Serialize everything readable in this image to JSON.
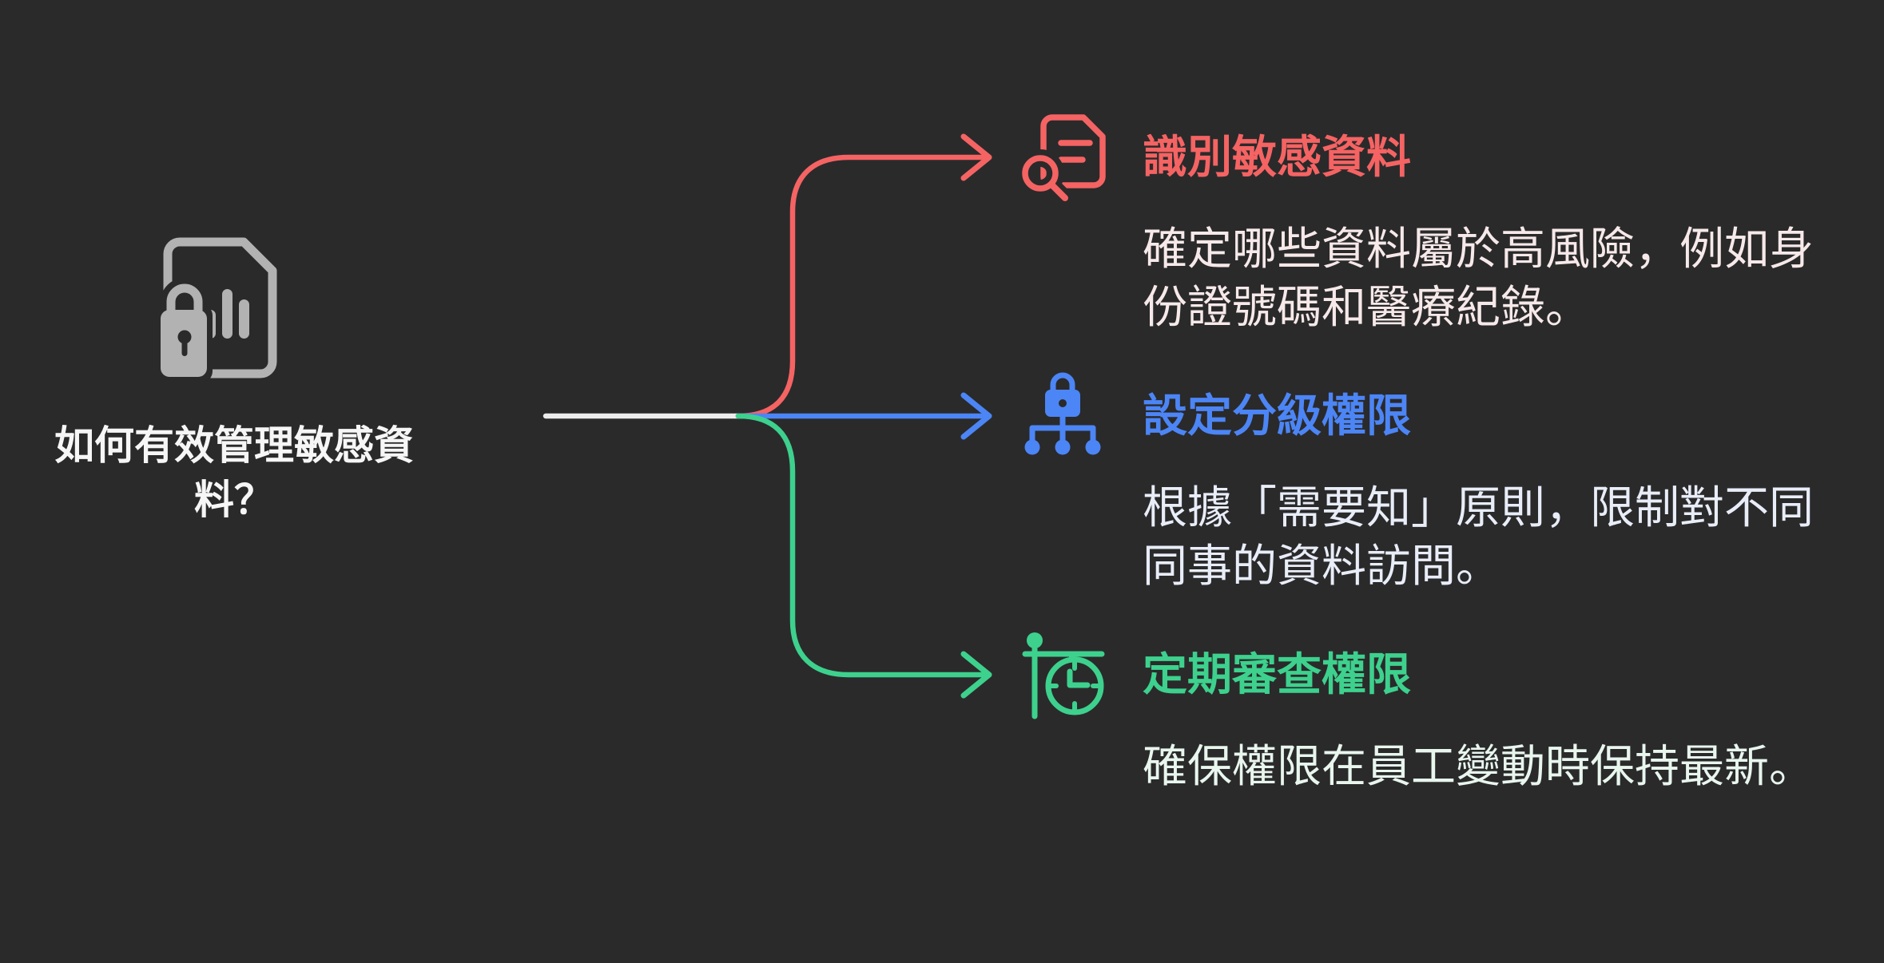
{
  "colors": {
    "background": "#2a2a2b",
    "root_icon": "#b2b2b2",
    "root_text": "#f6f6f6",
    "trunk": "#ededed",
    "red": "#f56363",
    "blue": "#4c85f5",
    "green": "#3dd18d",
    "red_desc_text": "#f7e9e9",
    "blue_desc_text": "#e8edf8",
    "green_desc_text": "#e8f6ee"
  },
  "root": {
    "title": "如何有效管理敏感資料？",
    "icon": "locked-document-chart-icon"
  },
  "branches": [
    {
      "title": "識別敏感資料",
      "description": "確定哪些資料屬於高風險，例如身份證號碼和醫療紀錄。",
      "icon": "document-search-icon",
      "color": "#f56363"
    },
    {
      "title": "設定分級權限",
      "description": "根據「需要知」原則，限制對不同同事的資料訪問。",
      "icon": "lock-hierarchy-icon",
      "color": "#4c85f5"
    },
    {
      "title": "定期審查權限",
      "description": "確保權限在員工變動時保持最新。",
      "icon": "hanging-clock-icon",
      "color": "#3dd18d"
    }
  ]
}
